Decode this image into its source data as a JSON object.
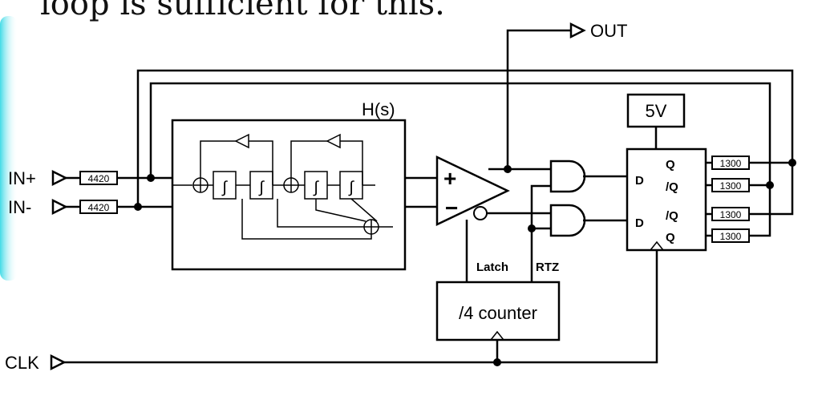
{
  "caption": {
    "text": "loop is sufficient for this."
  },
  "decoration": {
    "left_glow_color": "#39d9e6"
  },
  "labels": {
    "out": "OUT",
    "hs": "H(s)",
    "supply": "5V",
    "in_plus": "IN+",
    "in_minus": "IN-",
    "clk": "CLK",
    "latch": "Latch",
    "rtz": "RTZ",
    "counter": "/4 counter",
    "comparator_plus": "+",
    "comparator_minus": "−",
    "integrator": "∫"
  },
  "resistors": {
    "in_plus": "4420",
    "in_minus": "4420",
    "q1": "1300",
    "qbar1": "1300",
    "qbar2": "1300",
    "q2": "1300"
  },
  "flipflop": {
    "d_top": "D",
    "d_bottom": "D",
    "q_top": "Q",
    "qbar_top": "/Q",
    "qbar_bottom": "/Q",
    "q_bottom": "Q"
  }
}
